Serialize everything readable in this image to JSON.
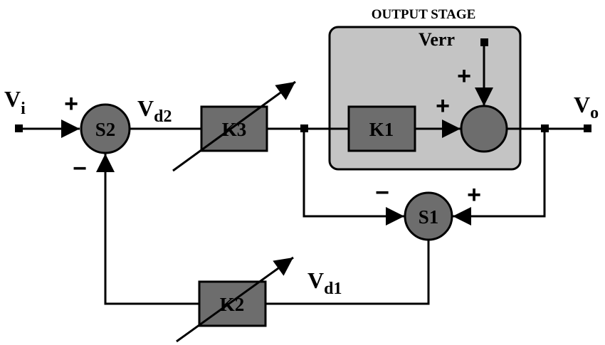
{
  "title": "OUTPUT STAGE",
  "blocks": {
    "k1": "K1",
    "k2": "K2",
    "k3": "K3"
  },
  "summers": {
    "s1": "S1",
    "s2": "S2"
  },
  "signals": {
    "vi_base": "V",
    "vi_sub": "i",
    "vo_base": "V",
    "vo_sub": "o",
    "vd2_base": "V",
    "vd2_sub": "d2",
    "vd1_base": "V",
    "vd1_sub": "d1",
    "verr": "Verr"
  },
  "signs": {
    "s2_input_plus": "+",
    "s2_feedback_minus": "−",
    "out_sum_top_plus": "+",
    "out_sum_left_plus": "+",
    "s1_left_minus": "−",
    "s1_right_plus": "+"
  },
  "colors": {
    "block_fill": "#6d6d6d",
    "stage_fill": "#c4c4c4",
    "line": "#000000"
  }
}
